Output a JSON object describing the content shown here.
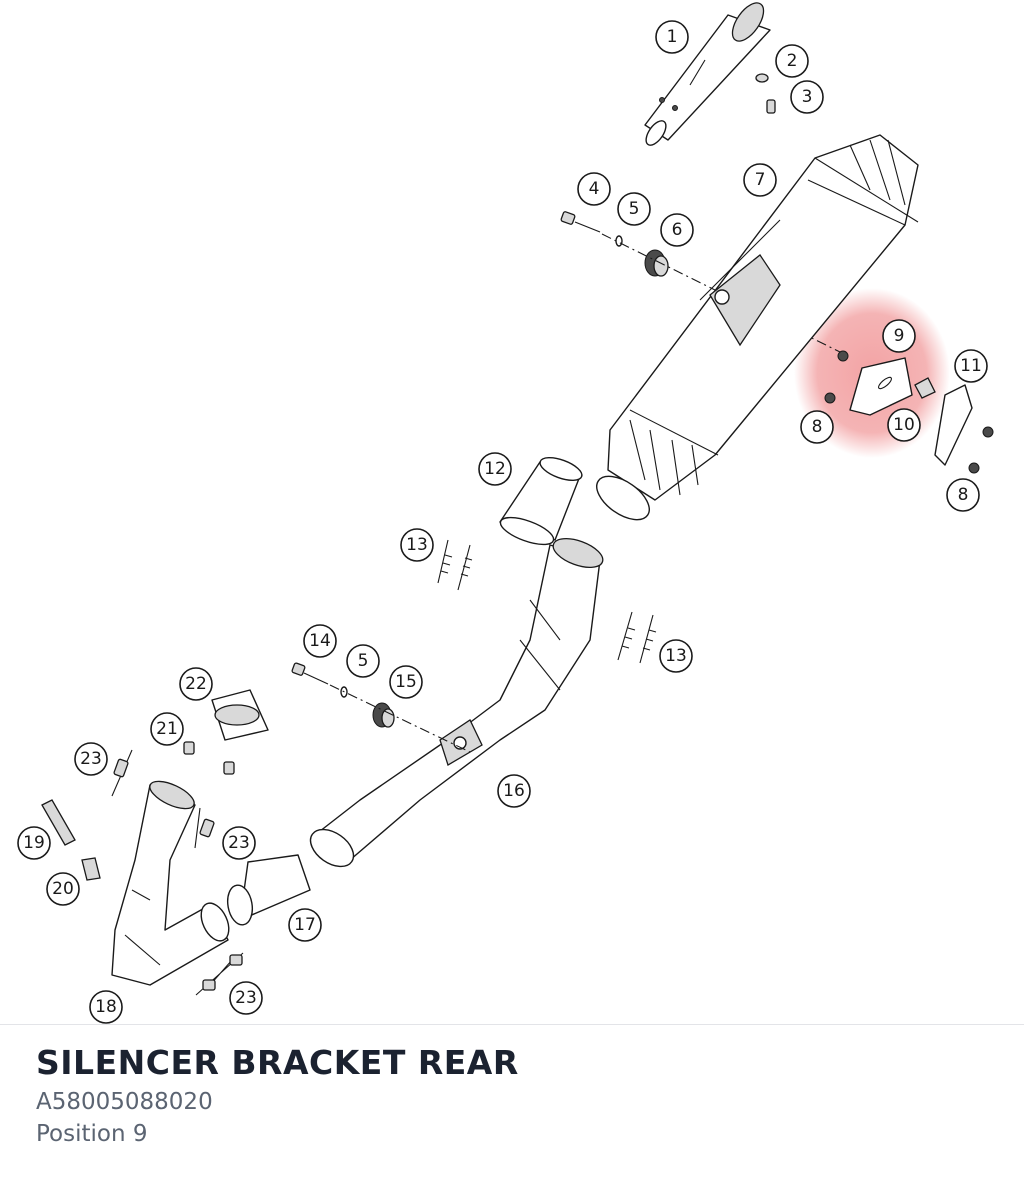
{
  "part": {
    "title": "SILENCER BRACKET REAR",
    "number": "A58005088020",
    "position": "Position 9"
  },
  "highlight": {
    "label": "9",
    "color": "#e8585a"
  },
  "callouts": [
    "1",
    "2",
    "3",
    "4",
    "5",
    "6",
    "7",
    "8",
    "9",
    "10",
    "11",
    "8",
    "12",
    "13",
    "13",
    "14",
    "5",
    "15",
    "16",
    "17",
    "18",
    "19",
    "20",
    "21",
    "22",
    "23",
    "23",
    "23"
  ]
}
